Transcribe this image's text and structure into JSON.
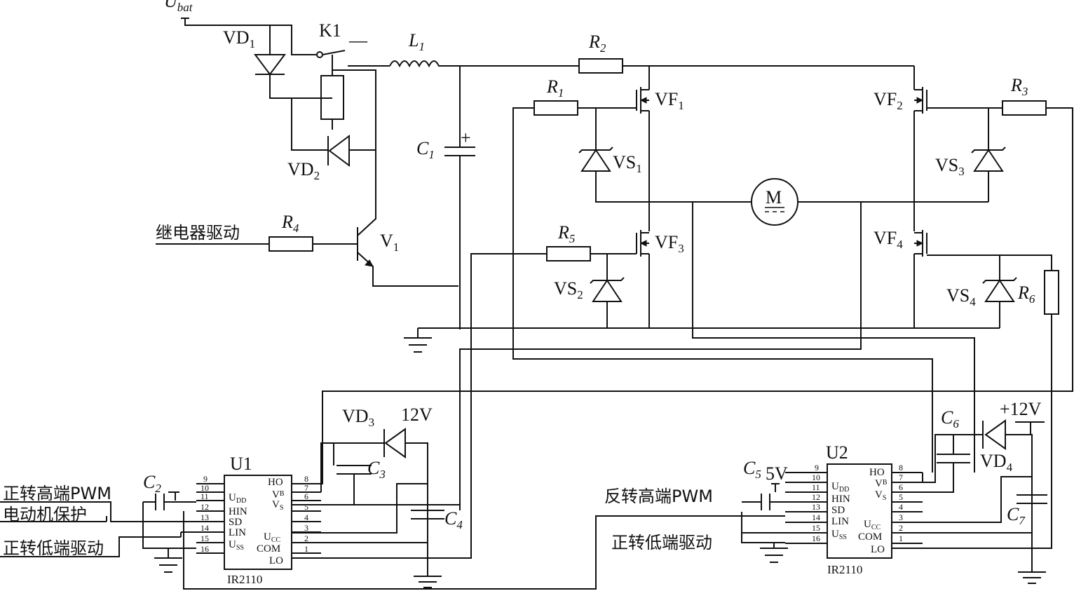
{
  "supply": {
    "name": "U",
    "sub": "bat"
  },
  "relay": {
    "name": "K1",
    "drive": "继电器驱动"
  },
  "inductor": {
    "name": "L",
    "sub": "1"
  },
  "motor": {
    "label": "M"
  },
  "resistors": {
    "r1": {
      "name": "R",
      "sub": "1"
    },
    "r2": {
      "name": "R",
      "sub": "2"
    },
    "r3": {
      "name": "R",
      "sub": "3"
    },
    "r4": {
      "name": "R",
      "sub": "4"
    },
    "r5": {
      "name": "R",
      "sub": "5"
    },
    "r6": {
      "name": "R",
      "sub": "6"
    }
  },
  "capacitors": {
    "c1": {
      "name": "C",
      "sub": "1"
    },
    "c2": {
      "name": "C",
      "sub": "2"
    },
    "c3": {
      "name": "C",
      "sub": "3"
    },
    "c4": {
      "name": "C",
      "sub": "4"
    },
    "c5": {
      "name": "C",
      "sub": "5"
    },
    "c6": {
      "name": "C",
      "sub": "6"
    },
    "c7": {
      "name": "C",
      "sub": "7"
    }
  },
  "diodes": {
    "vd1": {
      "name": "VD",
      "sub": "1"
    },
    "vd2": {
      "name": "VD",
      "sub": "2"
    },
    "vd3": {
      "name": "VD",
      "sub": "3"
    },
    "vd4": {
      "name": "VD",
      "sub": "4"
    }
  },
  "zeners": {
    "vs1": {
      "name": "VS",
      "sub": "1"
    },
    "vs2": {
      "name": "VS",
      "sub": "2"
    },
    "vs3": {
      "name": "VS",
      "sub": "3"
    },
    "vs4": {
      "name": "VS",
      "sub": "4"
    }
  },
  "mosfets": {
    "vf1": {
      "name": "VF",
      "sub": "1"
    },
    "vf2": {
      "name": "VF",
      "sub": "2"
    },
    "vf3": {
      "name": "VF",
      "sub": "3"
    },
    "vf4": {
      "name": "VF",
      "sub": "4"
    }
  },
  "transistor": {
    "name": "V",
    "sub": "1"
  },
  "voltages": {
    "v12": "12V",
    "v12p": "+12V",
    "v5": "5V"
  },
  "ic1": {
    "ref": "U1",
    "part": "IR2110",
    "left_pins": [
      "9",
      "10",
      "11",
      "12",
      "13",
      "14",
      "15",
      "16"
    ],
    "right_pins": [
      "8",
      "7",
      "6",
      "5",
      "4",
      "3",
      "2",
      "1"
    ],
    "inputs": [
      "正转高端PWM",
      "电动机保护",
      "正转低端驱动"
    ]
  },
  "ic2": {
    "ref": "U2",
    "part": "IR2110",
    "left_pins": [
      "9",
      "10",
      "11",
      "12",
      "13",
      "14",
      "15",
      "16"
    ],
    "right_pins": [
      "8",
      "7",
      "6",
      "5",
      "4",
      "3",
      "2",
      "1"
    ],
    "inputs": [
      "反转高端PWM",
      "正转低端驱动"
    ]
  },
  "ic_pins": {
    "udd": "U",
    "udd_sub": "DD",
    "hin": "HIN",
    "sd": "SD",
    "lin": "LIN",
    "uss": "U",
    "uss_sub": "SS",
    "ho": "HO",
    "vb": "V",
    "vb_sub": "B",
    "vs": "V",
    "vs_sub": "S",
    "ucc": "U",
    "ucc_sub": "CC",
    "com": "COM",
    "lo": "LO"
  },
  "polarity": {
    "plus": "+",
    "minus": "—"
  }
}
